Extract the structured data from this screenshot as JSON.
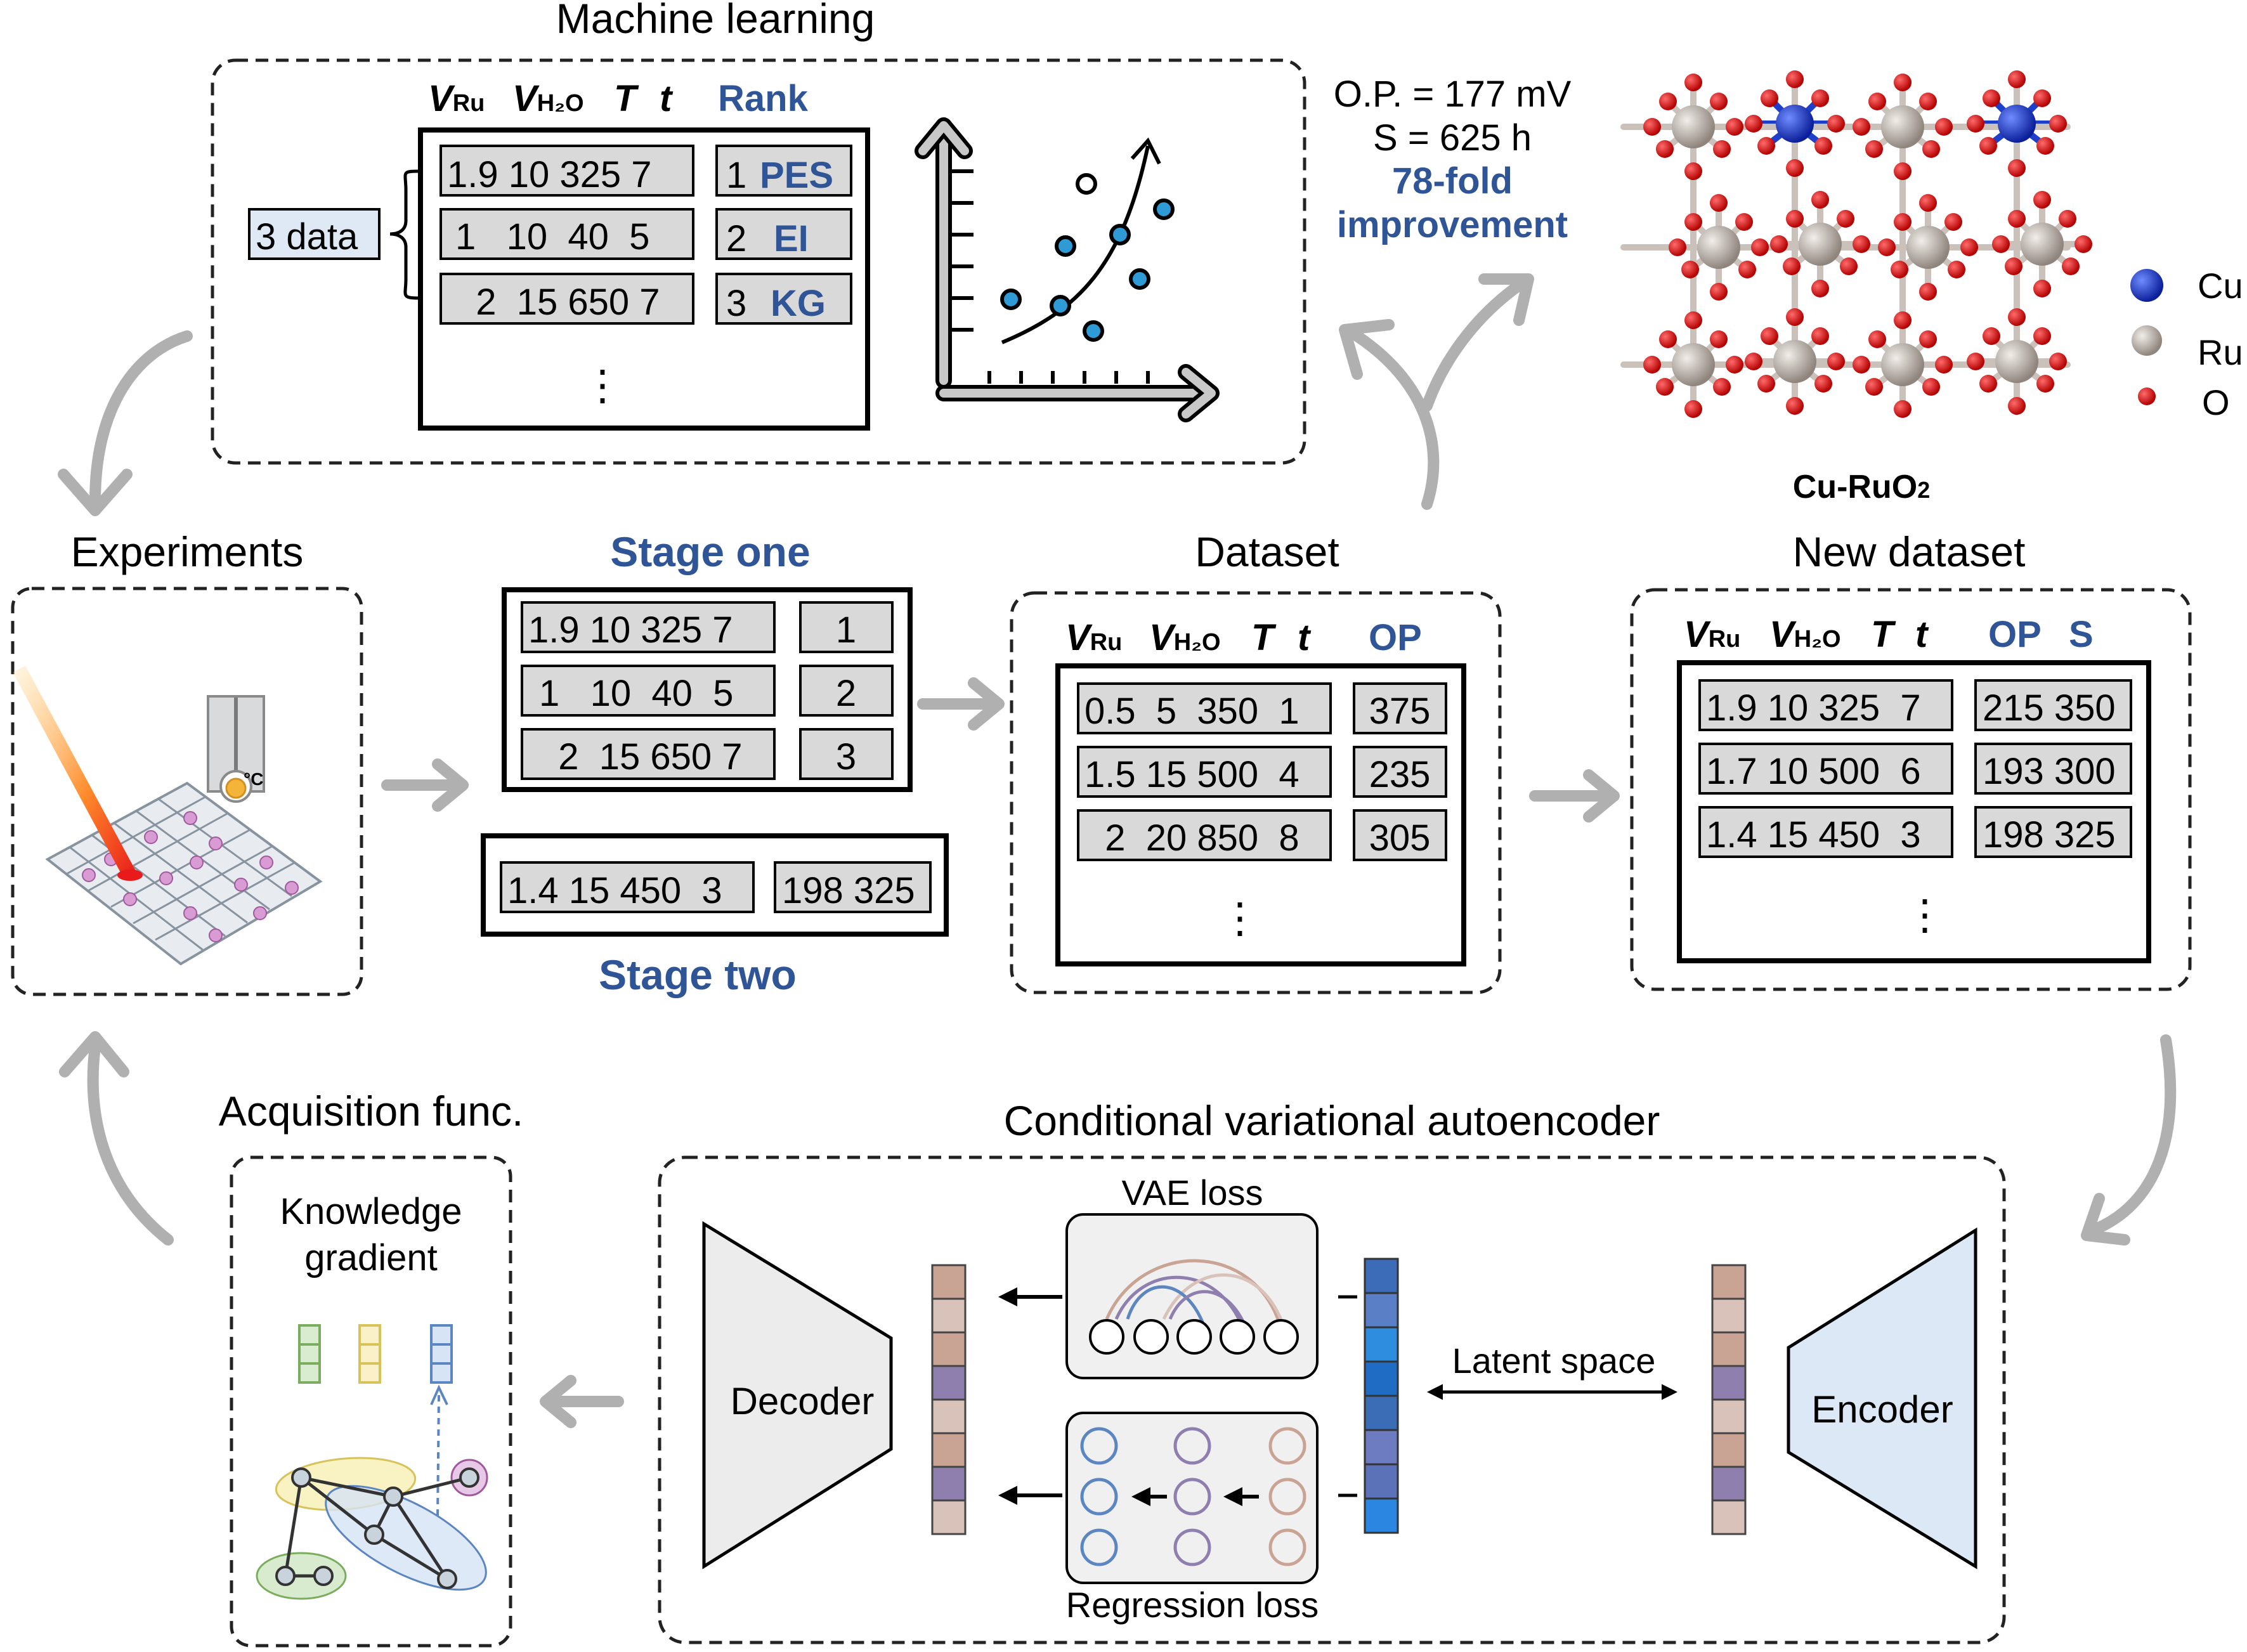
{
  "top": {
    "title": "Machine learning",
    "data_label": "3 data",
    "headers": {
      "v": "V",
      "ru": "Ru",
      "h2o": "H₂O",
      "T": "T",
      "t": "t",
      "rank": "Rank"
    },
    "rows": [
      "1.9 10 325 7",
      "1   10  40  5",
      "  2  15 650 7"
    ],
    "ranks": [
      {
        "num": "1",
        "name": "PES"
      },
      {
        "num": "2",
        "name": "EI"
      },
      {
        "num": "3",
        "name": "KG"
      }
    ],
    "ellipsis": "⋮"
  },
  "result": {
    "op": "O.P. = 177 mV",
    "s": "S = 625 h",
    "fold": "78-fold",
    "improvement": "improvement"
  },
  "structure": {
    "name": "Cu-RuO",
    "name_sub": "2",
    "legend": [
      "Cu",
      "Ru",
      "O"
    ]
  },
  "experiments": {
    "title": "Experiments",
    "temp_unit": "°C"
  },
  "stage_one": {
    "title": "Stage one",
    "rows": [
      "1.9 10 325 7",
      "1   10  40  5",
      "  2  15 650 7"
    ],
    "ranks": [
      "1",
      "2",
      "3"
    ]
  },
  "stage_two": {
    "title": "Stage two",
    "row": "1.4 15 450  3",
    "val": "198 325"
  },
  "dataset": {
    "title": "Dataset",
    "op": "OP",
    "rows": [
      "0.5  5  350  1",
      "1.5 15 500  4",
      "  2  20 850  8"
    ],
    "vals": [
      "375",
      "235",
      "305"
    ]
  },
  "new_dataset": {
    "title": "New dataset",
    "op": "OP",
    "s": "S",
    "rows": [
      "1.9 10 325  7",
      "1.7 10 500  6",
      "1.4 15 450  3"
    ],
    "vals": [
      "215 350",
      "193 300",
      "198 325"
    ]
  },
  "acquisition": {
    "title": "Acquisition  func.",
    "line1": "Knowledge",
    "line2": "gradient"
  },
  "cvae": {
    "title": "Conditional variational autoencoder",
    "vae_loss": "VAE loss",
    "regression_loss": "Regression loss",
    "latent": "Latent space",
    "decoder": "Decoder",
    "encoder": "Encoder"
  },
  "colors": {
    "accent": "#2f5597",
    "cell": "#d9d9d9",
    "arrow": "#b0b0b0",
    "o_atom": "#e0141b",
    "ru_atom": "#b8aea7",
    "cu_atom": "#1f3ec9"
  }
}
